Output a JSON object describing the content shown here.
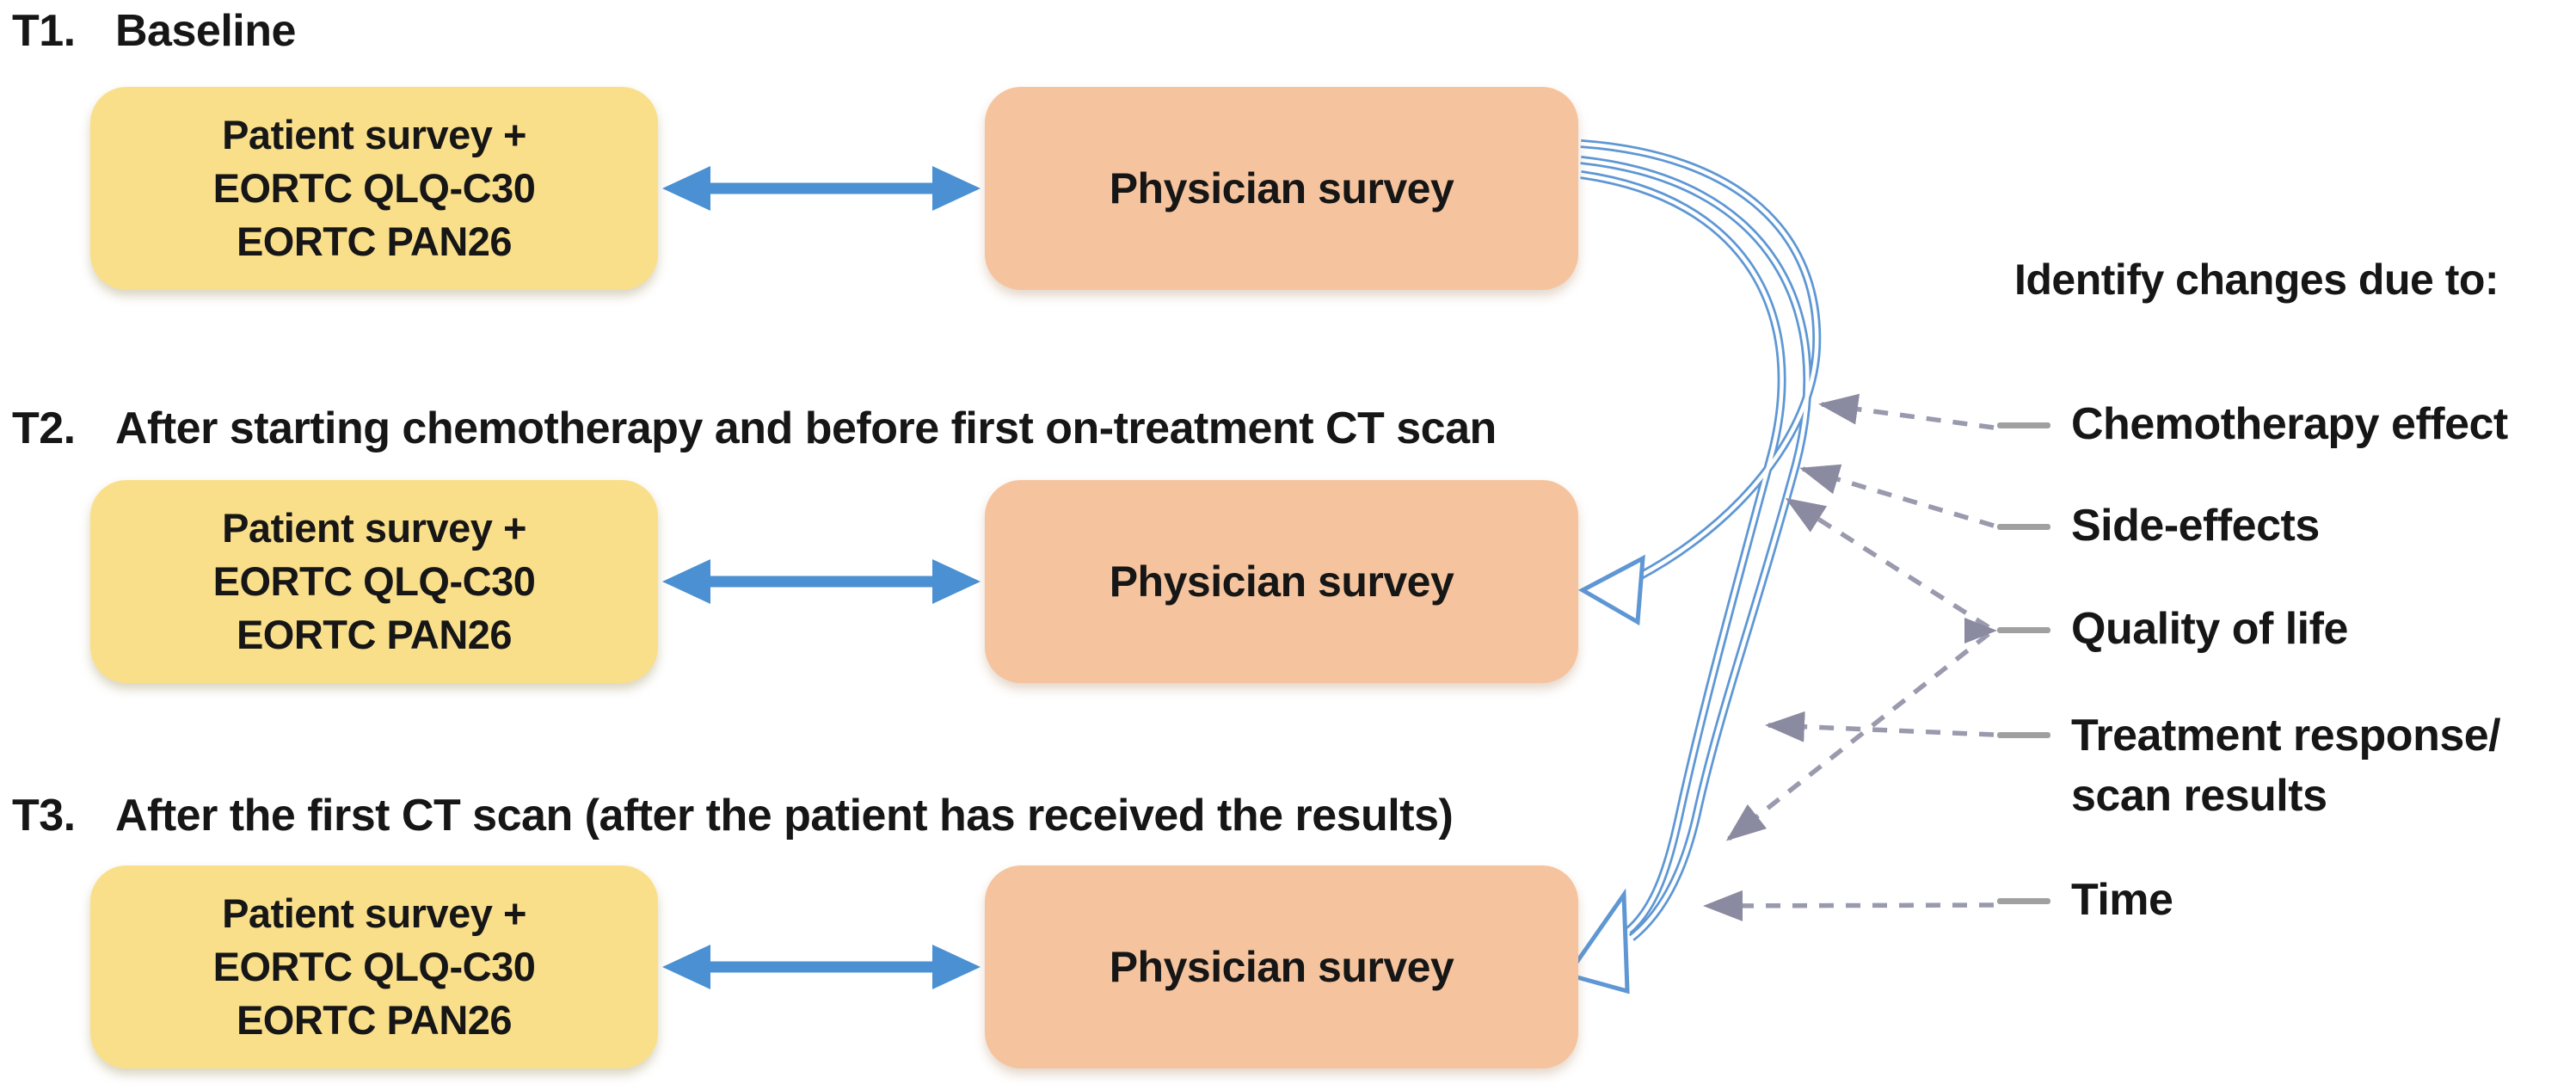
{
  "colors": {
    "patient_fill": "#fadf8b",
    "physician_fill": "#f5c49e",
    "arrow_blue": "#4a90d2",
    "curve_blue": "#5e97d4",
    "dash_line": "#9a9aae",
    "dash_arrow": "#8a8aa0",
    "legend_dash": "#a0a0a0",
    "text": "#161616"
  },
  "rows": [
    {
      "label": "T1.",
      "heading": "Baseline",
      "patient_lines": [
        "Patient survey +",
        "EORTC QLQ-C30",
        "EORTC PAN26"
      ],
      "physician_label": "Physician survey"
    },
    {
      "label": "T2.",
      "heading": "After starting chemotherapy and before first on-treatment CT scan",
      "patient_lines": [
        "Patient survey +",
        "EORTC QLQ-C30",
        "EORTC PAN26"
      ],
      "physician_label": "Physician survey"
    },
    {
      "label": "T3.",
      "heading": "After the first CT scan (after the patient has received the results)",
      "patient_lines": [
        "Patient survey +",
        "EORTC QLQ-C30",
        "EORTC PAN26"
      ],
      "physician_label": "Physician survey"
    }
  ],
  "legend": {
    "heading": "Identify changes due to:",
    "items": [
      {
        "lines": [
          "Chemotherapy effect"
        ]
      },
      {
        "lines": [
          "Side-effects"
        ]
      },
      {
        "lines": [
          "Quality of life"
        ]
      },
      {
        "lines": [
          "Treatment response/",
          "scan results"
        ]
      },
      {
        "lines": [
          "Time"
        ]
      }
    ]
  }
}
